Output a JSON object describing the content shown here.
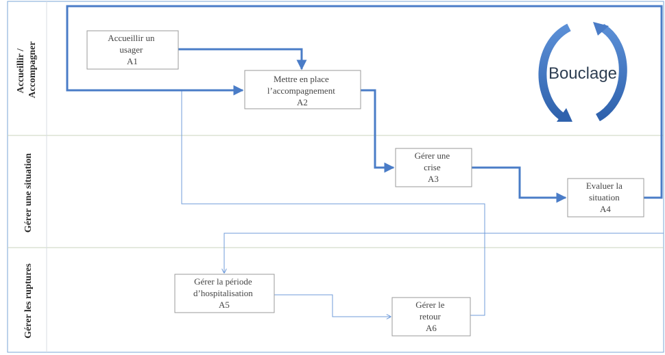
{
  "lanes": [
    {
      "label_lines": [
        "Accueillir /",
        "Accompagner"
      ]
    },
    {
      "label_lines": [
        "Gérer une situation"
      ]
    },
    {
      "label_lines": [
        "Gérer les ruptures"
      ]
    }
  ],
  "activities": {
    "A1": {
      "lines": [
        "Accueillir un",
        "usager",
        "A1"
      ]
    },
    "A2": {
      "lines": [
        "Mettre en place",
        "l’accompagnement",
        "A2"
      ]
    },
    "A3": {
      "lines": [
        "Gérer une",
        "crise",
        "A3"
      ]
    },
    "A4": {
      "lines": [
        "Evaluer la",
        "situation",
        "A4"
      ]
    },
    "A5": {
      "lines": [
        "Gérer la période",
        "d’hospitalisation",
        "A5"
      ]
    },
    "A6": {
      "lines": [
        "Gérer le",
        "retour",
        "A6"
      ]
    }
  },
  "bouclage": {
    "label": "Bouclage"
  },
  "colors": {
    "main_flow": "#4a7cc7",
    "secondary_flow": "#6f9bd9",
    "box_border": "#9a9a9a",
    "lane_border": "#7aa6d6",
    "lane_divider": "#c9d3be",
    "label_text": "#2b2b2b",
    "cycle_arrow": "#3f78c4"
  }
}
